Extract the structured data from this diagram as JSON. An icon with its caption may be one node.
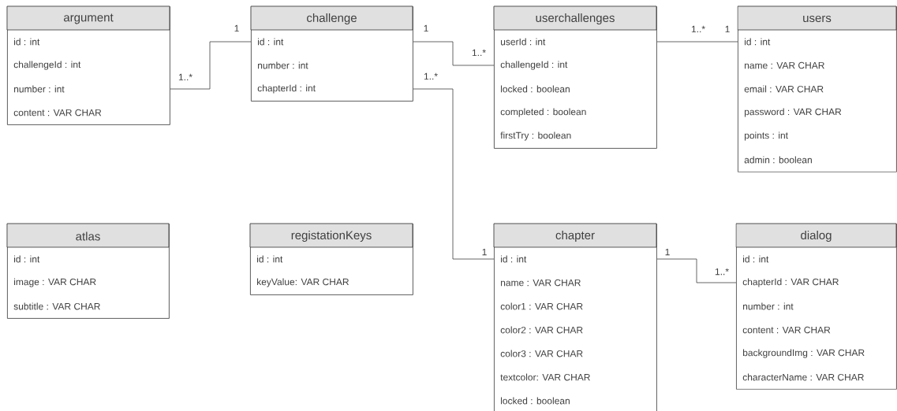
{
  "diagram": {
    "nodes": [
      {
        "text": [
          "argument",
          "id : int",
          "challengeId : int",
          "number : int",
          "content : VAR CHAR"
        ]
      },
      {
        "text": [
          "challenge",
          "id : int",
          "number : int",
          "chapterId : int"
        ]
      },
      {
        "text": [
          "userchallenges",
          "userId : int",
          "challengeId : int",
          "locked : boolean",
          "completed : boolean",
          "firstTry : boolean"
        ]
      },
      {
        "text": [
          "users",
          "id : int",
          "name : VAR CHAR",
          "email : VAR CHAR",
          "password : VAR CHAR",
          "points : int",
          "admin : boolean"
        ]
      },
      {
        "text": [
          "atlas",
          "id : int",
          "image : VAR CHAR",
          "subtitle : VAR CHAR"
        ]
      },
      {
        "text": [
          "registationKeys",
          "id : int",
          "keyValue: VAR CHAR"
        ]
      },
      {
        "text": [
          "chapter",
          "id : int",
          "name : VAR CHAR",
          "color1 : VAR CHAR",
          "color2 : VAR CHAR",
          "color3 : VAR CHAR",
          "textcolor: VAR CHAR",
          "locked : boolean"
        ]
      },
      {
        "text": [
          "dialog",
          "id : int",
          "chapterId : VAR CHAR",
          "number : int",
          "content : VAR CHAR",
          "backgroundImg : VAR CHAR",
          "characterName : VAR CHAR"
        ]
      }
    ],
    "edges": [
      {
        "from": 0,
        "to": 1,
        "arrow": "none"
      },
      {
        "from": 1,
        "to": 2,
        "arrow": "none"
      },
      {
        "from": 2,
        "to": 3,
        "arrow": "none"
      },
      {
        "from": 1,
        "to": 6,
        "arrow": "none"
      },
      {
        "from": 6,
        "to": 7,
        "arrow": "none"
      }
    ],
    "labels": [
      "1",
      "1",
      "1..*",
      "1",
      "1..*",
      "1..*",
      "1..*",
      "1",
      "1",
      "1..*"
    ]
  }
}
